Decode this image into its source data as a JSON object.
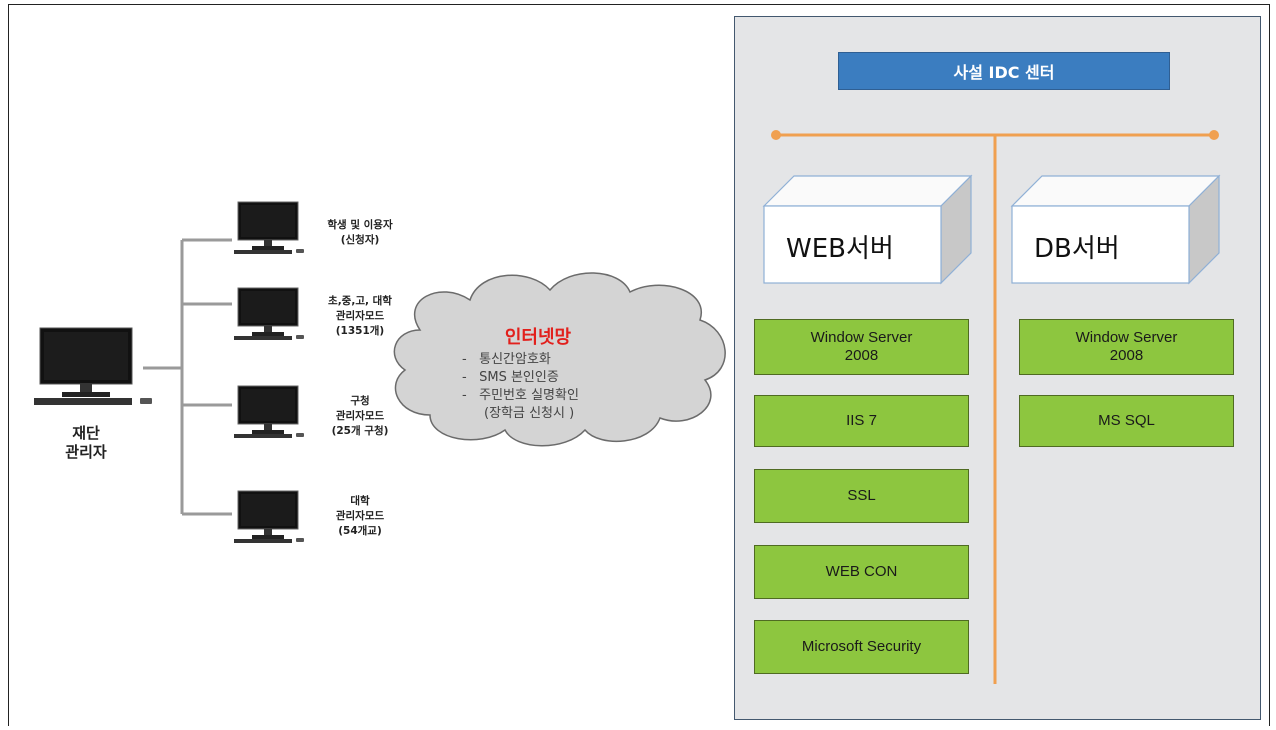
{
  "admin": {
    "label": "재단\n관리자"
  },
  "clients": [
    {
      "label": "학생 및 이용자\n(신청자)"
    },
    {
      "label": "초,중,고, 대학\n관리자모드\n(1351개)"
    },
    {
      "label": "구청\n관리자모드\n(25개 구청)"
    },
    {
      "label": "대학\n관리자모드\n(54개교)"
    }
  ],
  "internet": {
    "title": "인터넷망",
    "items": [
      {
        "bullet": "-",
        "text": "통신간암호화"
      },
      {
        "bullet": "-",
        "text": "SMS 본인인증"
      },
      {
        "bullet": "-",
        "text": "주민번호 실명확인"
      },
      {
        "bullet": "",
        "text": "(장학금 신청시 )"
      }
    ]
  },
  "idc": {
    "title": "사설 IDC 센터",
    "web_server": {
      "label": "WEB서버",
      "components": [
        "Window Server\n2008",
        "IIS 7",
        "SSL",
        "WEB CON",
        "Microsoft Security"
      ]
    },
    "db_server": {
      "label": "DB서버",
      "components": [
        "Window Server\n2008",
        "MS SQL"
      ]
    }
  },
  "colors": {
    "idc_title_bg": "#3b7dc0",
    "component_bg": "#8dc63f",
    "bus_line": "#f0a050",
    "internet_title": "#e2201c"
  }
}
